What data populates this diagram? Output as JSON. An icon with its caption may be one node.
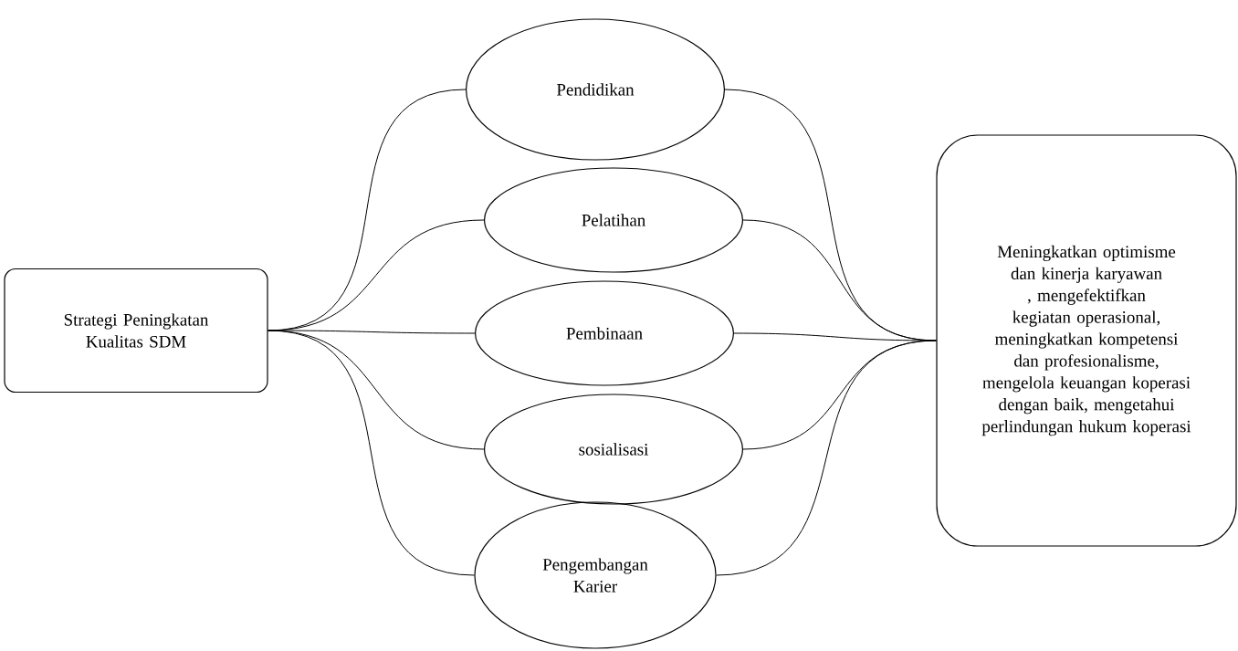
{
  "diagram": {
    "nodes": [
      {
        "text": [
          "Strategi Peningkatan Kualitas SDM"
        ]
      },
      {
        "text": [
          "Pendidikan"
        ]
      },
      {
        "text": [
          "Pelatihan"
        ]
      },
      {
        "text": [
          "Pembinaan"
        ]
      },
      {
        "text": [
          "sosialisasi"
        ]
      },
      {
        "text": [
          "Pengembangan Karier"
        ]
      },
      {
        "text": [
          "Meningkatkan optimisme dan kinerja karyawan , mengefektifkan kegiatan operasional, meningkatkan kompetensi dan profesionalisme, mengelola keuangan koperasi dengan baik, mengetahui perlindungan hukum koperasi"
        ]
      }
    ],
    "edges": [
      {
        "from": 0,
        "to": 1,
        "arrow": "none"
      },
      {
        "from": 0,
        "to": 2,
        "arrow": "none"
      },
      {
        "from": 0,
        "to": 3,
        "arrow": "none"
      },
      {
        "from": 0,
        "to": 4,
        "arrow": "none"
      },
      {
        "from": 0,
        "to": 5,
        "arrow": "none"
      },
      {
        "from": 1,
        "to": 6,
        "arrow": "none"
      },
      {
        "from": 2,
        "to": 6,
        "arrow": "none"
      },
      {
        "from": 3,
        "to": 6,
        "arrow": "none"
      },
      {
        "from": 4,
        "to": 6,
        "arrow": "none"
      },
      {
        "from": 5,
        "to": 6,
        "arrow": "none"
      }
    ]
  }
}
